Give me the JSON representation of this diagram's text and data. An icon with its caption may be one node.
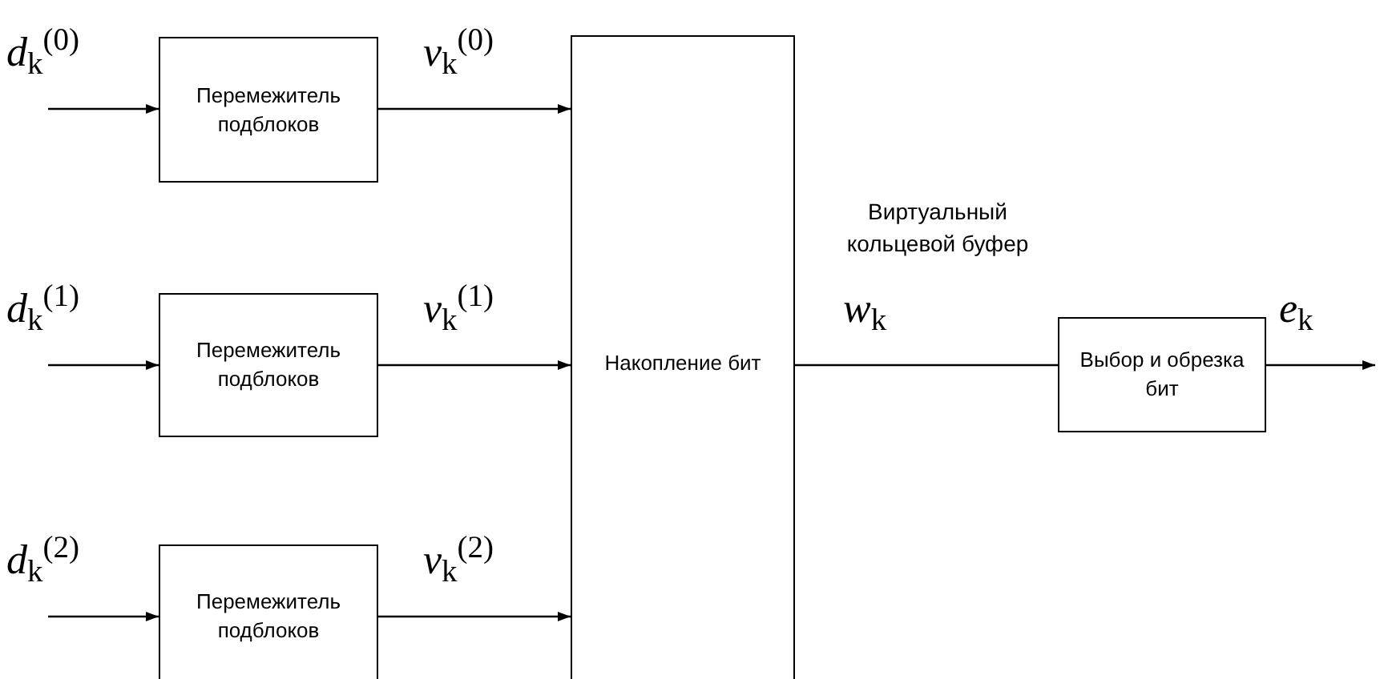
{
  "diagram": {
    "nodes": [
      {
        "text": [
          "Перемежитель подблоков"
        ]
      },
      {
        "text": [
          "Перемежитель подблоков"
        ]
      },
      {
        "text": [
          "Перемежитель подблоков"
        ]
      },
      {
        "text": [
          "Накопление бит"
        ]
      },
      {
        "text": [
          "Выбор и обрезка бит"
        ]
      }
    ],
    "edges": [
      {
        "from": null,
        "to": 0,
        "arrow": "to",
        "label": "*d*$_{k}$$^{(0)}$"
      },
      {
        "from": 0,
        "to": 3,
        "arrow": "to",
        "label": "*v*$_{k}$$^{(0)}$"
      },
      {
        "from": null,
        "to": 1,
        "arrow": "to",
        "label": "*d*$_{k}$$^{(1)}$"
      },
      {
        "from": 1,
        "to": 3,
        "arrow": "to",
        "label": "*v*$_{k}$$^{(1)}$"
      },
      {
        "from": null,
        "to": 2,
        "arrow": "to",
        "label": "*d*$_{k}$$^{(2)}$"
      },
      {
        "from": 2,
        "to": 3,
        "arrow": "to",
        "label": "*v*$_{k}$$^{(2)}$"
      },
      {
        "from": 3,
        "to": 4,
        "arrow": "none",
        "label": "*w*$_{k}$"
      },
      {
        "from": 4,
        "to": null,
        "arrow": "to",
        "label": "*e*$_{k}$"
      }
    ],
    "labels": [
      "Виртуальный кольцевой буфер"
    ]
  }
}
